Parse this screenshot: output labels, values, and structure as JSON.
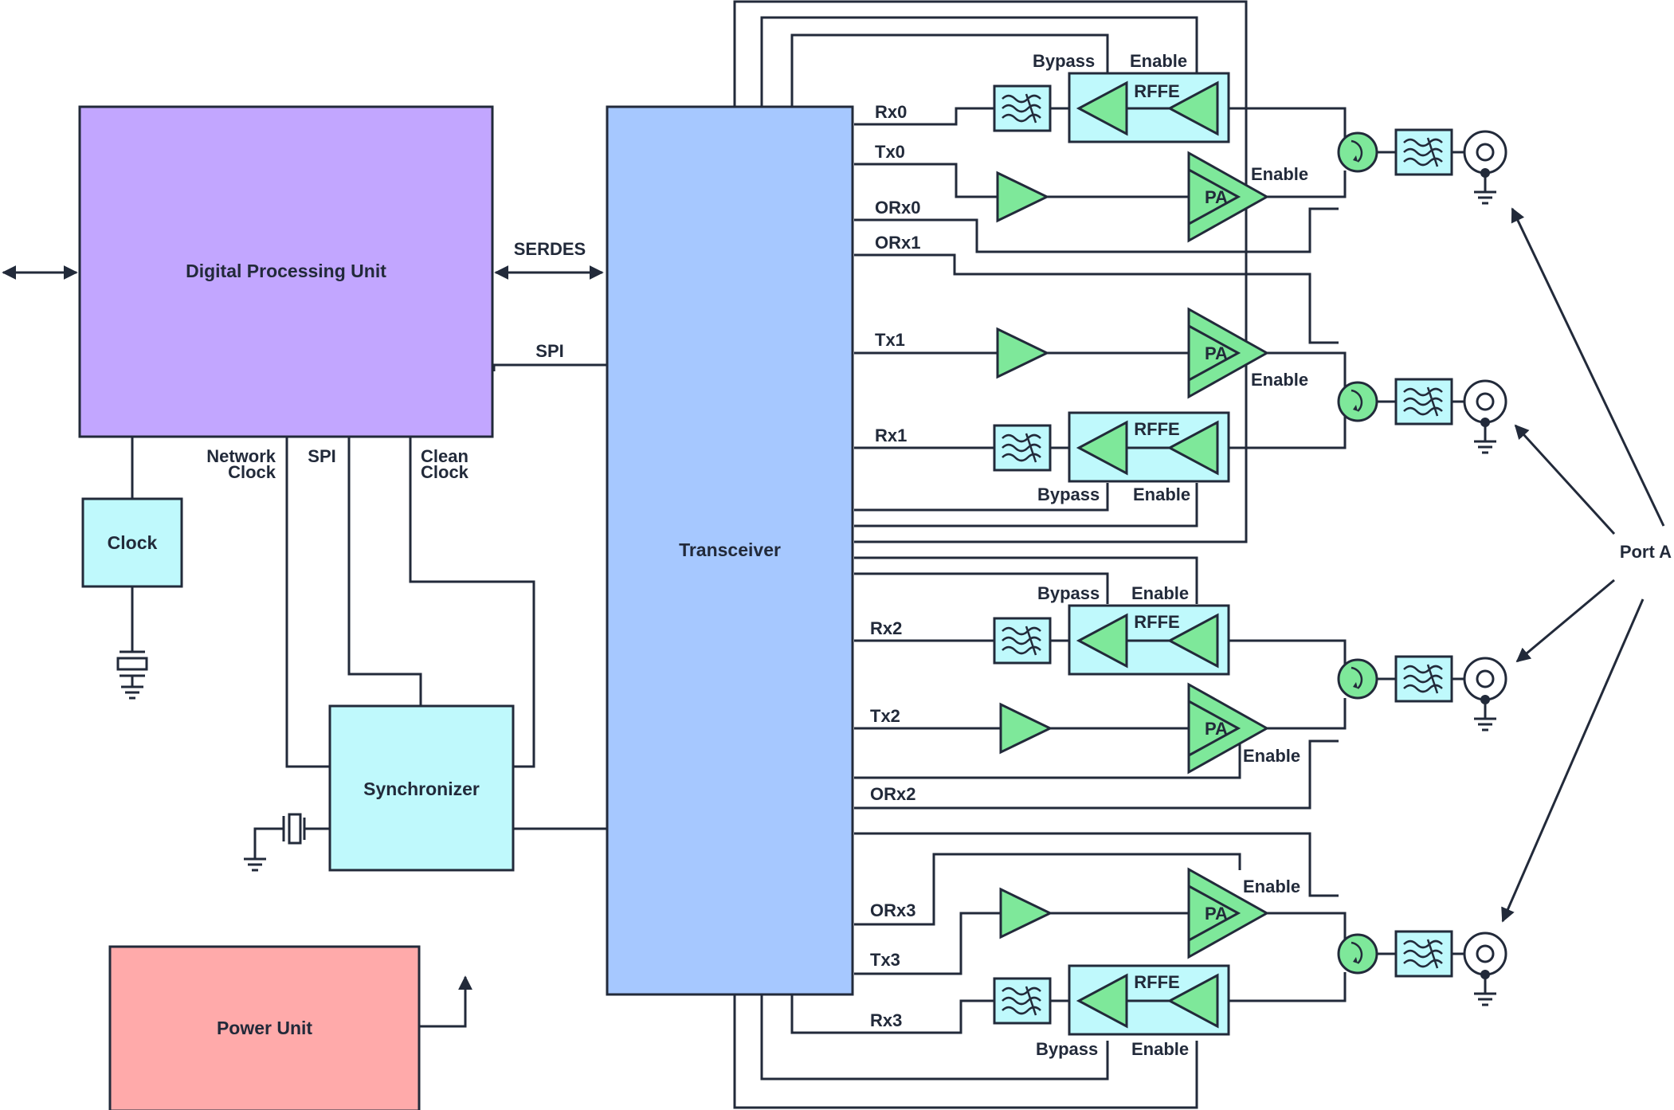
{
  "colors": {
    "dpu": "#c2a6ff",
    "transceiver": "#a6c8ff",
    "light": "#bff9fc",
    "green": "#7ee89a",
    "power": "#ffaaaa",
    "line": "#222a3a"
  },
  "blocks": {
    "dpu": "Digital Processing Unit",
    "transceiver": "Transceiver",
    "clock": "Clock",
    "synchronizer": "Synchronizer",
    "power": "Power Unit"
  },
  "labels": {
    "serdes": "SERDES",
    "spi_top": "SPI",
    "spi_bottom": "SPI",
    "network_clock_1": "Network",
    "network_clock_2": "Clock",
    "clean_clock_1": "Clean",
    "clean_clock_2": "Clock",
    "port": "Port A"
  },
  "channels": [
    {
      "rx": "Rx0",
      "tx": "Tx0",
      "orx": "ORx0"
    },
    {
      "rx": "Rx1",
      "tx": "Tx1",
      "orx": "ORx1"
    },
    {
      "rx": "Rx2",
      "tx": "Tx2",
      "orx": "ORx2"
    },
    {
      "rx": "Rx3",
      "tx": "Tx3",
      "orx": "ORx3"
    }
  ],
  "rf": {
    "rffe": "RFFE",
    "pa": "PA",
    "bypass": "Bypass",
    "enable": "Enable"
  }
}
